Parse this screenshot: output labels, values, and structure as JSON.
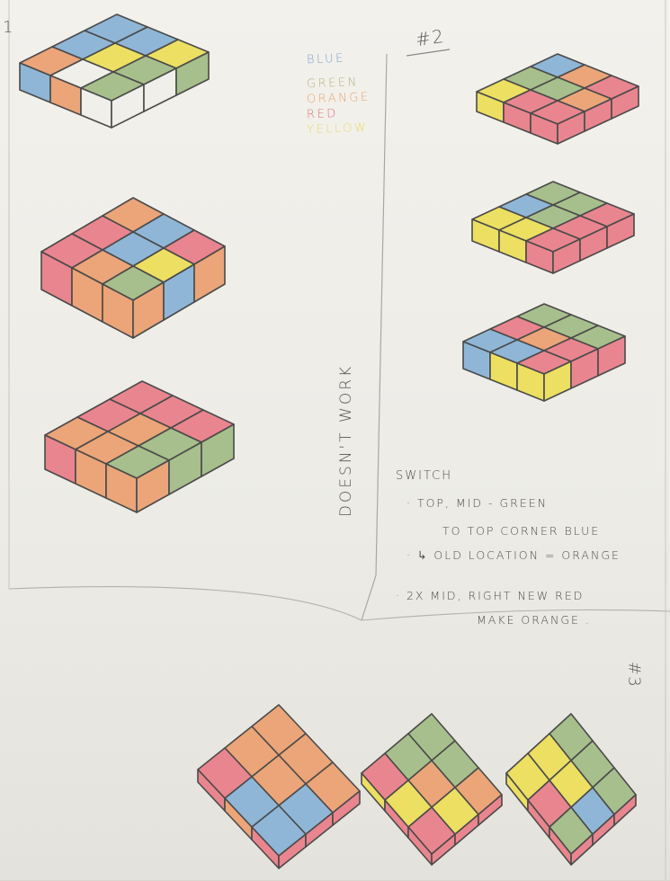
{
  "page_labels": {
    "sketch2": "#2",
    "sketch3": "#3",
    "corner": "1"
  },
  "colors": {
    "Blue": "#8fb6d6",
    "Green": "#a7bf8c",
    "Orange": "#eba578",
    "Red": "#e9858e",
    "Yellow": "#ecdf62",
    "Blank": "#f1efea"
  },
  "legend": [
    {
      "label": "Blue",
      "color": "#7e9fcc"
    },
    {
      "label": "Green",
      "color": "#b4b37c"
    },
    {
      "label": "Orange",
      "color": "#e8a36b"
    },
    {
      "label": "Red",
      "color": "#e5707a"
    },
    {
      "label": "Yellow",
      "color": "#ead96a"
    }
  ],
  "side_note": "Doesn't Work",
  "notes": {
    "heading": "Switch",
    "line1": "· Top, Mid - Green",
    "line2": "to Top Corner Blue",
    "line3": "· ↳ Old Location = Orange",
    "line4": "· 2x Mid, Right New Red",
    "line5": "Make Orange ."
  },
  "cubes": [
    {
      "top": [
        "Blue",
        "Blue",
        "Yellow",
        "Blue",
        "Yellow",
        "Green",
        "Orange",
        "Blank",
        "Green"
      ],
      "left": [
        "Blue",
        "Orange",
        "Blank"
      ],
      "right": [
        "Blank",
        "Blank",
        "Green"
      ]
    },
    {
      "top": [
        "Orange",
        "Blue",
        "Red",
        "Red",
        "Blue",
        "Yellow",
        "Red",
        "Orange",
        "Green"
      ],
      "left": [
        "Red",
        "Orange",
        "Orange"
      ],
      "right": [
        "Orange",
        "Blue",
        "Orange"
      ]
    },
    {
      "top": [
        "Red",
        "Red",
        "Red",
        "Red",
        "Orange",
        "Green",
        "Orange",
        "Orange",
        "Green"
      ],
      "left": [
        "Red",
        "Orange",
        "Orange"
      ],
      "right": [
        "Orange",
        "Green",
        "Green"
      ]
    },
    {
      "top": [
        "Blue",
        "Orange",
        "Red",
        "Green",
        "Green",
        "Orange",
        "Yellow",
        "Red",
        "Red"
      ],
      "left": [
        "Yellow",
        "Red",
        "Red"
      ],
      "right": [
        "Red",
        "Red",
        "Red"
      ]
    },
    {
      "top": [
        "Green",
        "Green",
        "Red",
        "Blue",
        "Green",
        "Red",
        "Yellow",
        "Yellow",
        "Red"
      ],
      "left": [
        "Yellow",
        "Yellow",
        "Red"
      ],
      "right": [
        "Red",
        "Red",
        "Red"
      ]
    },
    {
      "top": [
        "Green",
        "Green",
        "Green",
        "Red",
        "Orange",
        "Red",
        "Blue",
        "Blue",
        "Red"
      ],
      "left": [
        "Blue",
        "Yellow",
        "Yellow"
      ],
      "right": [
        "Yellow",
        "Red",
        "Red"
      ]
    },
    {
      "top": [
        "Orange",
        "Orange",
        "Orange",
        "Orange",
        "Orange",
        "Blue",
        "Red",
        "Blue",
        "Blue"
      ],
      "left": [
        "Red",
        "Orange",
        "Red"
      ],
      "right": [
        "Red",
        "Red",
        "Red"
      ]
    },
    {
      "top": [
        "Green",
        "Green",
        "Orange",
        "Green",
        "Orange",
        "Yellow",
        "Red",
        "Yellow",
        "Red"
      ],
      "left": [
        "Yellow",
        "Red",
        "Red"
      ],
      "right": [
        "Red",
        "Red",
        "Red"
      ]
    },
    {
      "top": [
        "Green",
        "Green",
        "Green",
        "Yellow",
        "Yellow",
        "Blue",
        "Yellow",
        "Red",
        "Green"
      ],
      "left": [
        "Yellow",
        "Red",
        "Red"
      ],
      "right": [
        "Red",
        "Red",
        "Red"
      ]
    }
  ]
}
